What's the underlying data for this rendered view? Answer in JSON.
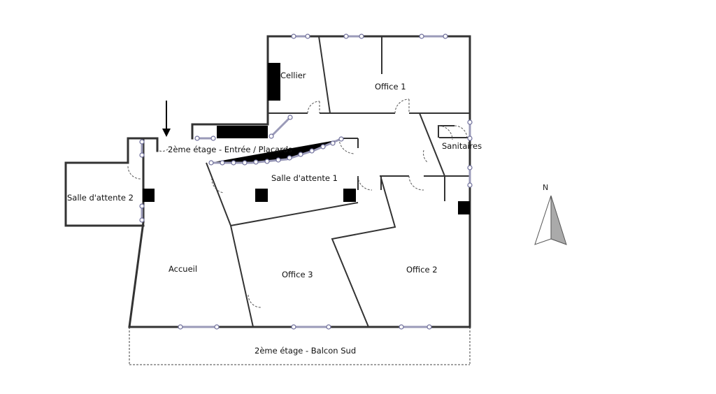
{
  "plan": {
    "rooms": {
      "cellier": "Cellier",
      "office1": "Office 1",
      "entree": "2ème étage - Entrée / Placards",
      "sanitaires": "Sanitaires",
      "attente1": "Salle d'attente 1",
      "attente2": "Salle d'attente 2",
      "accueil": "Accueil",
      "office3": "Office 3",
      "office2": "Office 2",
      "balcon": "2ème étage - Balcon Sud"
    },
    "compass": {
      "north_label": "N"
    }
  }
}
